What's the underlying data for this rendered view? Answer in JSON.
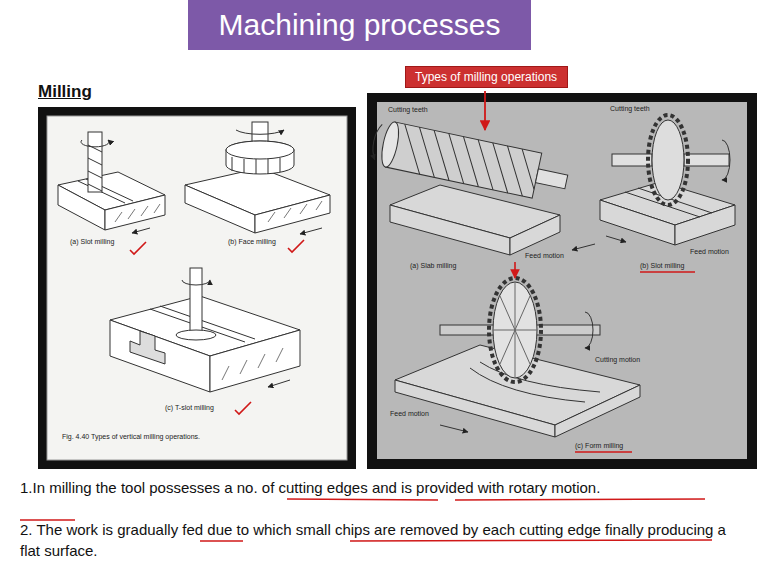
{
  "diagram": {
    "title": "Machining processes",
    "nodes": [
      {
        "text": [
          "Types of milling operations"
        ]
      }
    ],
    "labels": [
      "Milling",
      "(a) Slot milling",
      "(b) Face milling",
      "(c) T-slot milling",
      "Fig. 4.40 Types of vertical milling operations.",
      "Cutting teeth",
      "(a) Slab milling",
      "Feed motion",
      "Cutting teeth",
      "(b) Slot milling",
      "Feed motion",
      "Cutting motion",
      "Feed motion",
      "(c) Form milling",
      "1.In milling the tool possesses a no. of cutting edges and is provided with rotary motion.",
      "2. The work is gradually fed due to which small chips are removed by each cutting edge finally producing a flat surface."
    ]
  }
}
